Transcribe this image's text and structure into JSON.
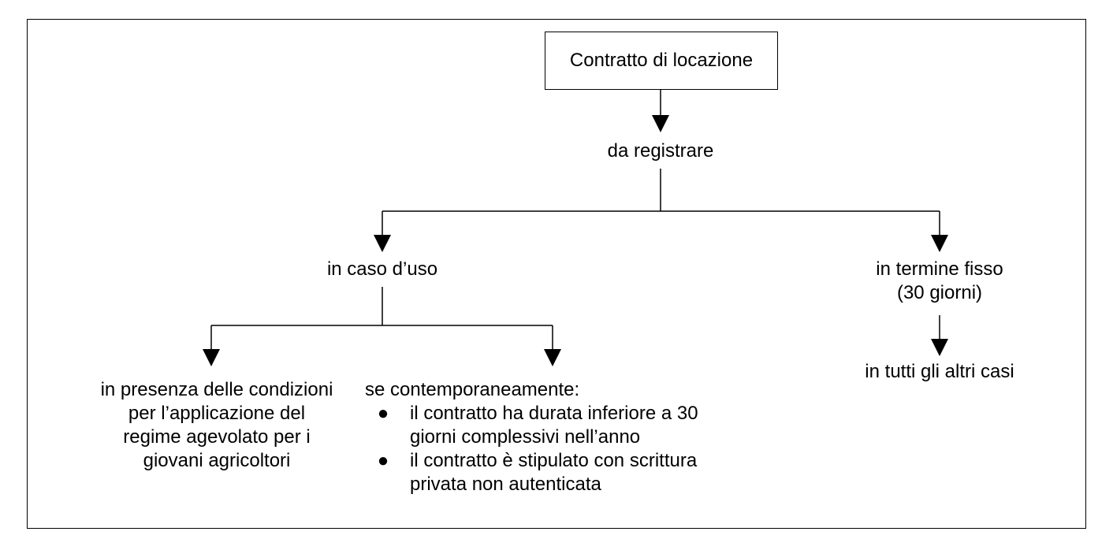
{
  "diagram": {
    "root": "Contratto di locazione",
    "level1": "da registrare",
    "branch_left": "in caso d’uso",
    "branch_right_lines": [
      "in termine fisso",
      "(30 giorni)"
    ],
    "right_leaf": "in tutti gli altri casi",
    "left_leaf_lines": [
      "in presenza delle condizioni",
      "per l’applicazione del",
      "regime agevolato per i",
      "giovani agricoltori"
    ],
    "middle_leaf": {
      "heading": "se contemporaneamente:",
      "bullet_symbol": "●",
      "bullets": [
        {
          "lines": [
            "il contratto ha durata inferiore a 30",
            "giorni complessivi nell’anno"
          ]
        },
        {
          "lines": [
            "il contratto è stipulato con scrittura",
            "privata non autenticata"
          ]
        }
      ]
    }
  }
}
